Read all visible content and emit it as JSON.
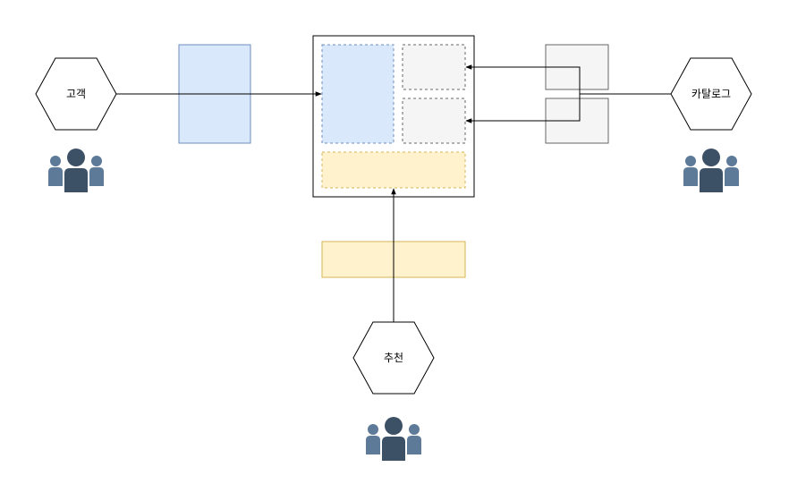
{
  "actors": {
    "customer": {
      "label": "고객",
      "icon": "user-group-icon"
    },
    "catalog": {
      "label": "카탈로그",
      "icon": "user-group-icon"
    },
    "recommendation": {
      "label": "추천",
      "icon": "user-group-icon"
    }
  },
  "colors": {
    "canvas": "#ffffff",
    "hex_stroke": "#000000",
    "blue_fill": "#dae8fc",
    "blue_stroke": "#6c8ebf",
    "yellow_fill": "#fff2cc",
    "yellow_stroke": "#d6b656",
    "grey_fill": "#f5f5f5",
    "grey_stroke": "#666666",
    "icon_dark": "#3d5166",
    "icon_light": "#5d7a99"
  }
}
